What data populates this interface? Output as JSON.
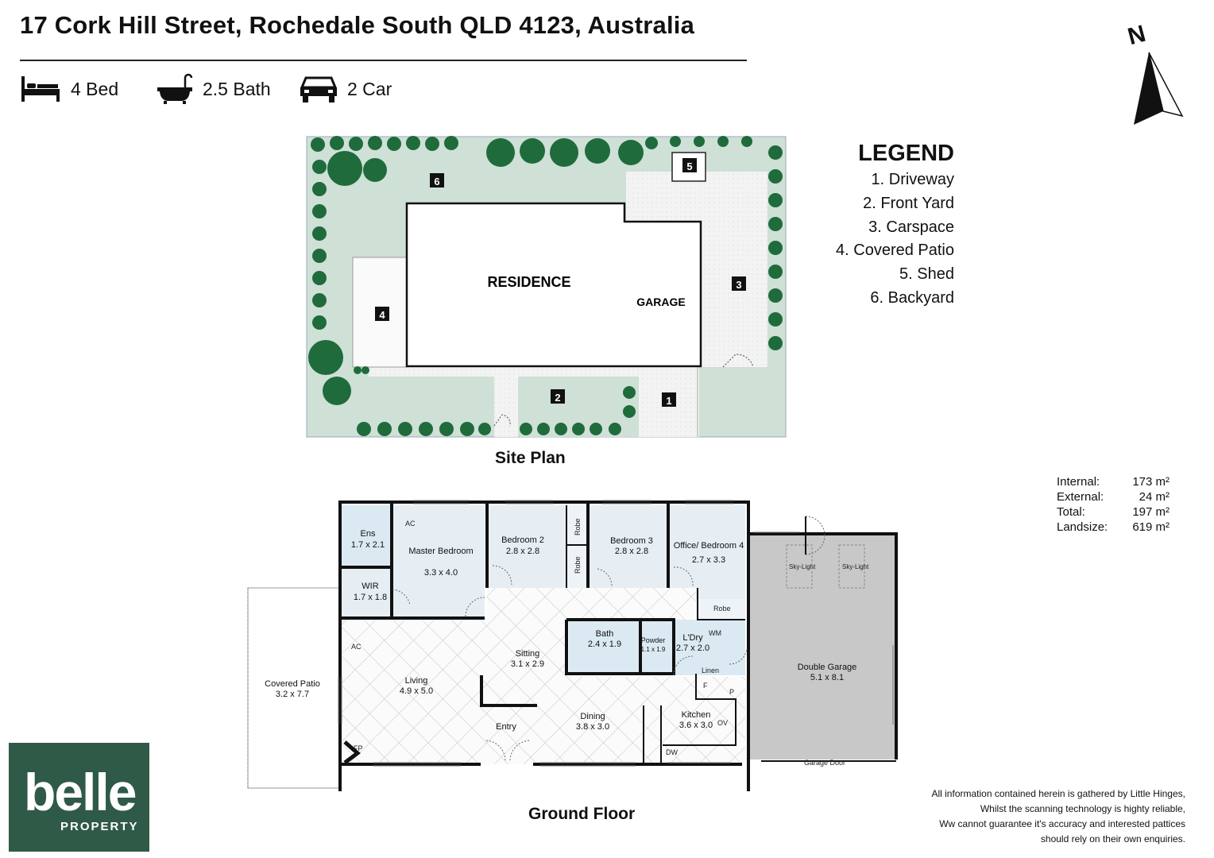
{
  "header": {
    "address": "17 Cork Hill Street, Rochedale South QLD 4123, Australia",
    "features": [
      {
        "icon": "bed-icon",
        "label": "4 Bed"
      },
      {
        "icon": "bathtub-icon",
        "label": "2.5 Bath"
      },
      {
        "icon": "car-icon",
        "label": "2 Car"
      }
    ]
  },
  "compass": {
    "label": "N",
    "icon": "north-arrow-icon"
  },
  "legend": {
    "title": "LEGEND",
    "items": [
      "1. Driveway",
      "2. Front Yard",
      "3. Carspace",
      "4. Covered Patio",
      "5. Shed",
      "6. Backyard"
    ]
  },
  "site_plan": {
    "caption": "Site Plan",
    "residence_label": "RESIDENCE",
    "garage_label": "GARAGE",
    "markers": [
      "1",
      "2",
      "3",
      "4",
      "5",
      "6"
    ]
  },
  "floor_plan": {
    "caption": "Ground Floor",
    "rooms": [
      {
        "name": "Ens",
        "size": "1.7 x 2.1"
      },
      {
        "name": "WIR",
        "size": "1.7 x 1.8"
      },
      {
        "name": "Master Bedroom",
        "size": "3.3 x 4.0"
      },
      {
        "name": "Bedroom 2",
        "size": "2.8 x 2.8"
      },
      {
        "name": "Bedroom 3",
        "size": "2.8 x 2.8"
      },
      {
        "name": "Office/ Bedroom 4",
        "size": "2.7 x 3.3"
      },
      {
        "name": "Bath",
        "size": "2.4 x 1.9"
      },
      {
        "name": "Powder",
        "size": "1.1 x 1.9"
      },
      {
        "name": "L'Dry",
        "size": "2.7 x 2.0"
      },
      {
        "name": "Sitting",
        "size": "3.1 x 2.9"
      },
      {
        "name": "Living",
        "size": "4.9 x 5.0"
      },
      {
        "name": "Dining",
        "size": "3.8 x 3.0"
      },
      {
        "name": "Kitchen",
        "size": "3.6 x 3.0"
      },
      {
        "name": "Covered Patio",
        "size": "3.2 x 7.7"
      },
      {
        "name": "Double Garage",
        "size": "5.1 x 8.1"
      }
    ],
    "fixtures": [
      "AC",
      "AC",
      "Robe",
      "Robe",
      "Robe",
      "WM",
      "Linen",
      "F",
      "P",
      "OV",
      "DW",
      "FP",
      "Sky-Light",
      "Sky-Light",
      "Garage Door"
    ]
  },
  "stats": [
    {
      "label": "Internal:",
      "value": "173 m²"
    },
    {
      "label": "External:",
      "value": "24 m²"
    },
    {
      "label": "Total:",
      "value": "197 m²"
    },
    {
      "label": "Landsize:",
      "value": "619 m²"
    }
  ],
  "disclaimer": [
    "All information contained herein is gathered by Little Hinges,",
    "Whilst the scanning technology is highty reliable,",
    "Ww cannot guarantee it's accuracy and interested pattices",
    "should rely on their own enquiries."
  ],
  "brand": {
    "name": "belle",
    "sub": "PROPERTY"
  },
  "colors": {
    "lawn": "#cfe0d6",
    "shrub": "#1f6b3c",
    "paving": "#f2f2f2",
    "wet_area": "#dbe9f3",
    "bedroom": "#e6eef4",
    "garage": "#c8c8c8",
    "brand": "#2f5a48"
  }
}
